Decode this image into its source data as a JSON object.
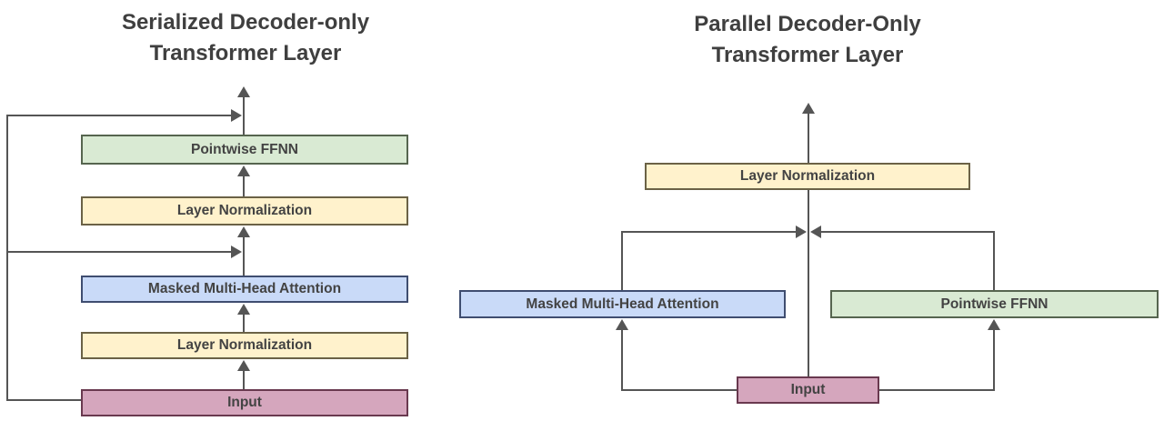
{
  "left": {
    "title_line1": "Serialized Decoder-only",
    "title_line2": "Transformer Layer",
    "nodes": {
      "ffnn": "Pointwise FFNN",
      "layer_norm_upper": "Layer Normalization",
      "mha": "Masked Multi-Head Attention",
      "layer_norm_lower": "Layer Normalization",
      "input": "Input"
    }
  },
  "right": {
    "title_line1": "Parallel Decoder-Only",
    "title_line2": "Transformer Layer",
    "nodes": {
      "layer_norm": "Layer Normalization",
      "mha": "Masked Multi-Head Attention",
      "ffnn": "Pointwise FFNN",
      "input": "Input"
    }
  },
  "colors": {
    "green_fill": "#d9ead3",
    "yellow_fill": "#fff2cc",
    "blue_fill": "#c9daf8",
    "pink_fill": "#d5a6bd",
    "connector": "#555555",
    "text": "#434343"
  }
}
